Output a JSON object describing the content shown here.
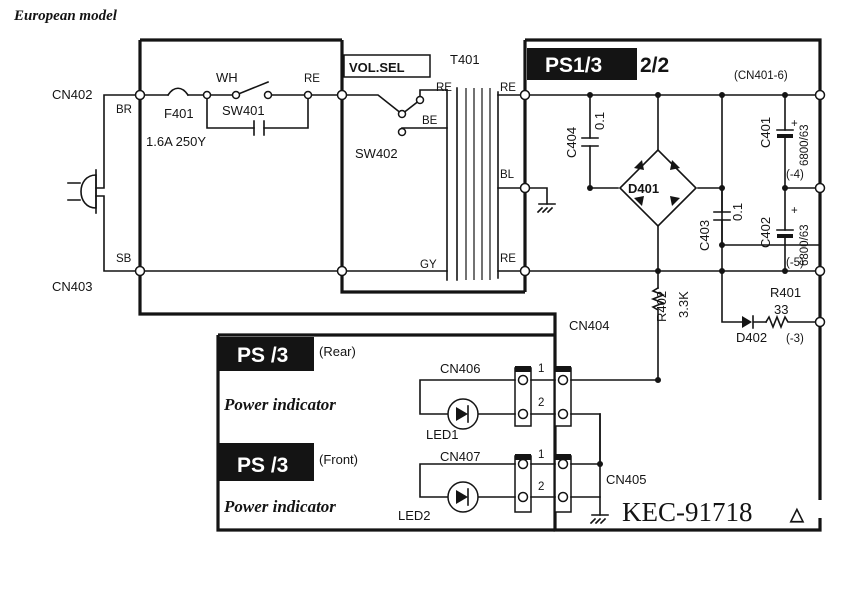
{
  "title": "European model",
  "connectors": {
    "cn402": "CN402",
    "cn403": "CN403",
    "cn404": "CN404",
    "cn405": "CN405",
    "cn406": "CN406",
    "cn407": "CN407",
    "cn401_6": "(CN401-6)",
    "pin_m4": "(-4)",
    "pin_m5": "(-5)",
    "pin_m3": "(-3)"
  },
  "wires": {
    "br": "BR",
    "sb": "SB",
    "wh": "WH",
    "re1": "RE",
    "re2": "RE",
    "re3": "RE",
    "re4": "RE",
    "be": "BE",
    "bl": "BL",
    "gy": "GY"
  },
  "components": {
    "f401": "F401",
    "f401_rating": "1.6A 250Y",
    "sw401": "SW401",
    "sw402": "SW402",
    "volsel": "VOL.SEL",
    "t401": "T401",
    "c404": "C404",
    "c404_val": "0.1",
    "d401": "D401",
    "c403": "C403",
    "c403_val": "0.1",
    "c401": "C401",
    "c401_val": "6800/63",
    "c402": "C402",
    "c402_val": "6800/63",
    "plus": "+",
    "r402": "R402",
    "r402_val": "3.3K",
    "r401": "R401",
    "r401_val": "33",
    "d402": "D402",
    "led1": "LED1",
    "led2": "LED2"
  },
  "blocks": {
    "ps_top_a": "PS1/3",
    "ps_top_b": "2/2",
    "ps_rear": "PS /3",
    "rear": "(Rear)",
    "ps_front": "PS /3",
    "front": "(Front)",
    "power_indicator_1": "Power indicator",
    "power_indicator_2": "Power indicator"
  },
  "pins": {
    "p1a": "1",
    "p2a": "2",
    "p1b": "1",
    "p2b": "2"
  },
  "footer": {
    "code": "KEC-91718",
    "warning_mark": "△"
  }
}
